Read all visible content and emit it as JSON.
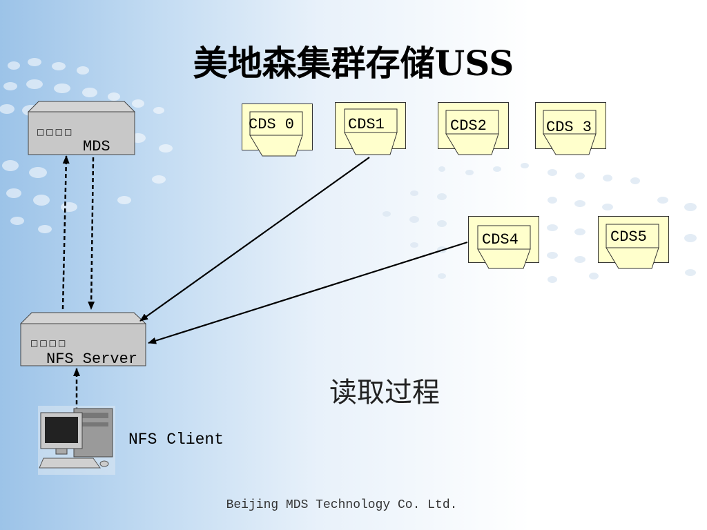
{
  "title": "美地森集群存储USS",
  "subtitle": "读取过程",
  "footer": "Beijing MDS Technology Co. Ltd.",
  "mds": {
    "label": "MDS",
    "leds": "□□□□"
  },
  "nfs_server": {
    "label": "NFS Server",
    "leds": "□□□□"
  },
  "nfs_client": {
    "label": "NFS Client"
  },
  "cds_nodes": [
    {
      "label": "CDS 0"
    },
    {
      "label": "CDS1"
    },
    {
      "label": "CDS2"
    },
    {
      "label": "CDS 3"
    },
    {
      "label": "CDS4"
    },
    {
      "label": "CDS5"
    }
  ],
  "colors": {
    "cds_fill": "#ffffcc",
    "server_fill": "#c8c8c8",
    "server_top": "#d4d4d4"
  }
}
